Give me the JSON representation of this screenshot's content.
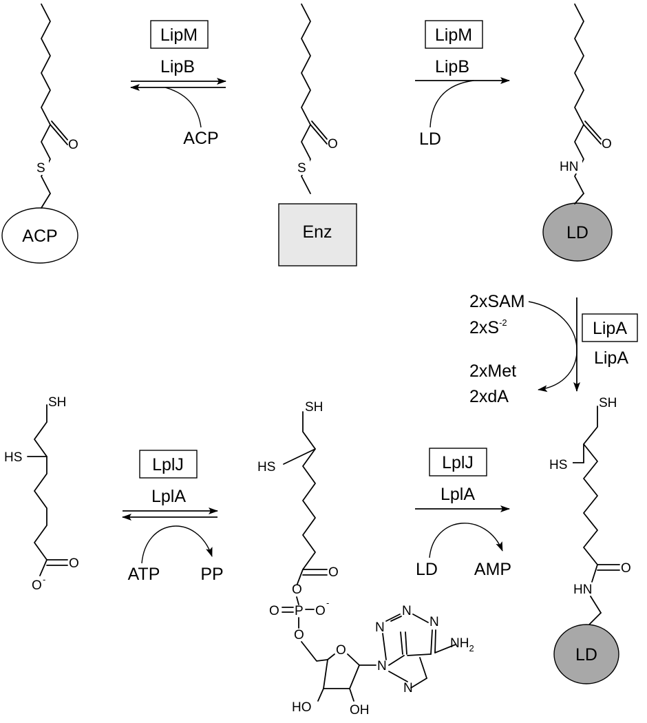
{
  "top_row": {
    "step1": {
      "boxed_enzyme": "LipM",
      "enzyme": "LipB",
      "cofactor": "ACP"
    },
    "step2": {
      "boxed_enzyme": "LipM",
      "enzyme": "LipB",
      "cofactor": "LD"
    },
    "acp_carrier": "ACP",
    "enz_carrier": "Enz",
    "ld_carrier": "LD",
    "atoms": {
      "s": "S",
      "o": "O",
      "hn": "HN"
    }
  },
  "right_step": {
    "boxed_enzyme": "LipA",
    "enzyme": "LipA",
    "reagent1": "2xSAM",
    "reagent2_base": "2xS",
    "reagent2_sup": "-2",
    "product1": "2xMet",
    "product2": "2xdA"
  },
  "bottom_row": {
    "step1": {
      "boxed_enzyme": "LplJ",
      "enzyme": "LplA",
      "in": "ATP",
      "out": "PP"
    },
    "step2": {
      "boxed_enzyme": "LplJ",
      "enzyme": "LplA",
      "in": "LD",
      "out": "AMP"
    },
    "ld_carrier": "LD",
    "atoms": {
      "sh": "SH",
      "hs": "HS",
      "o": "O",
      "o_minus": "O",
      "minus": "-",
      "p": "P",
      "n": "N",
      "nh2": "NH",
      "nh2_sub": "2",
      "ho": "HO",
      "oh": "OH",
      "hn": "HN"
    }
  }
}
